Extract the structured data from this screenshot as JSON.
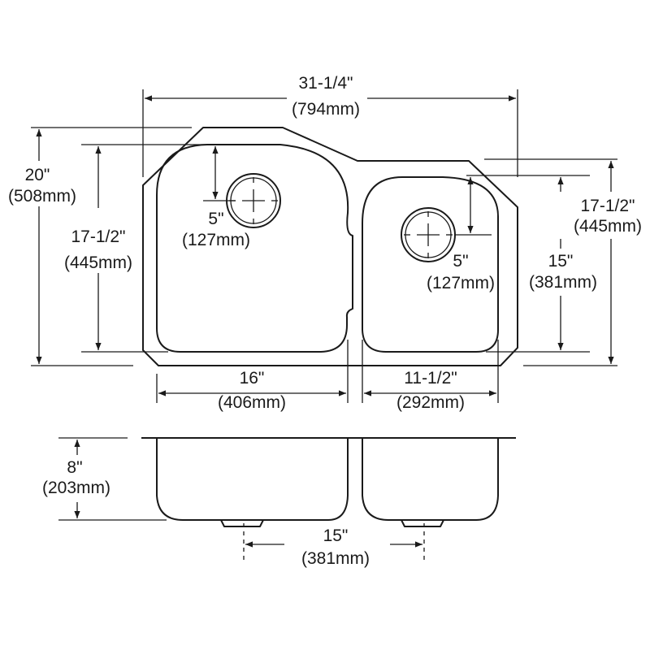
{
  "dimensions": {
    "overall_width": {
      "imperial": "31-1/4\"",
      "metric": "(794mm)"
    },
    "overall_depth": {
      "imperial": "20\"",
      "metric": "(508mm)"
    },
    "left_bowl_depth": {
      "imperial": "17-1/2\"",
      "metric": "(445mm)"
    },
    "left_drain_offset": {
      "imperial": "5\"",
      "metric": "(127mm)"
    },
    "right_drain_offset": {
      "imperial": "5\"",
      "metric": "(127mm)"
    },
    "right_bowl_depth": {
      "imperial": "15\"",
      "metric": "(381mm)"
    },
    "right_side_depth": {
      "imperial": "17-1/2\"",
      "metric": "(445mm)"
    },
    "left_bowl_width": {
      "imperial": "16\"",
      "metric": "(406mm)"
    },
    "right_bowl_width": {
      "imperial": "11-1/2\"",
      "metric": "(292mm)"
    },
    "bowl_height": {
      "imperial": "8\"",
      "metric": "(203mm)"
    },
    "drain_spacing": {
      "imperial": "15\"",
      "metric": "(381mm)"
    }
  },
  "colors": {
    "line": "#1a1a1a",
    "background": "#ffffff"
  }
}
